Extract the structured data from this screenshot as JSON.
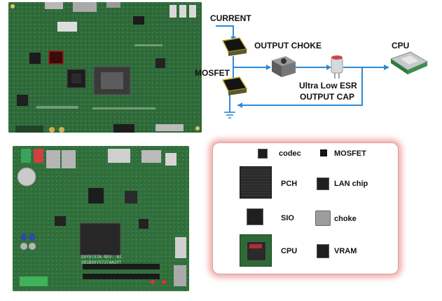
{
  "diagram": {
    "labels": {
      "current": "CURRENT",
      "output_choke": "OUTPUT CHOKE",
      "cpu": "CPU",
      "mosfet": "MOSFET",
      "ultra_low_esr": "Ultra Low ESR",
      "output_cap": "OUTPUT CAP"
    },
    "colors": {
      "wire": "#2e8ad8",
      "board_green": "#2f6b3a",
      "legend_glow": "#e65050"
    }
  },
  "legend": {
    "items": [
      {
        "label": "codec",
        "icon": "codec-chip-icon"
      },
      {
        "label": "MOSFET",
        "icon": "mosfet-chip-icon"
      },
      {
        "label": "PCH",
        "icon": "pch-chip-icon"
      },
      {
        "label": "LAN chip",
        "icon": "lan-chip-icon"
      },
      {
        "label": "SIO",
        "icon": "sio-chip-icon"
      },
      {
        "label": "choke",
        "icon": "choke-icon"
      },
      {
        "label": "CPU",
        "icon": "cpu-chip-icon"
      },
      {
        "label": "VRAM",
        "icon": "vram-chip-icon"
      }
    ]
  },
  "board_bottom": {
    "silkscreen_line1": "DXY5737A  REV: A1",
    "silkscreen_line2": "0B1B0XY5737AA1PT"
  }
}
